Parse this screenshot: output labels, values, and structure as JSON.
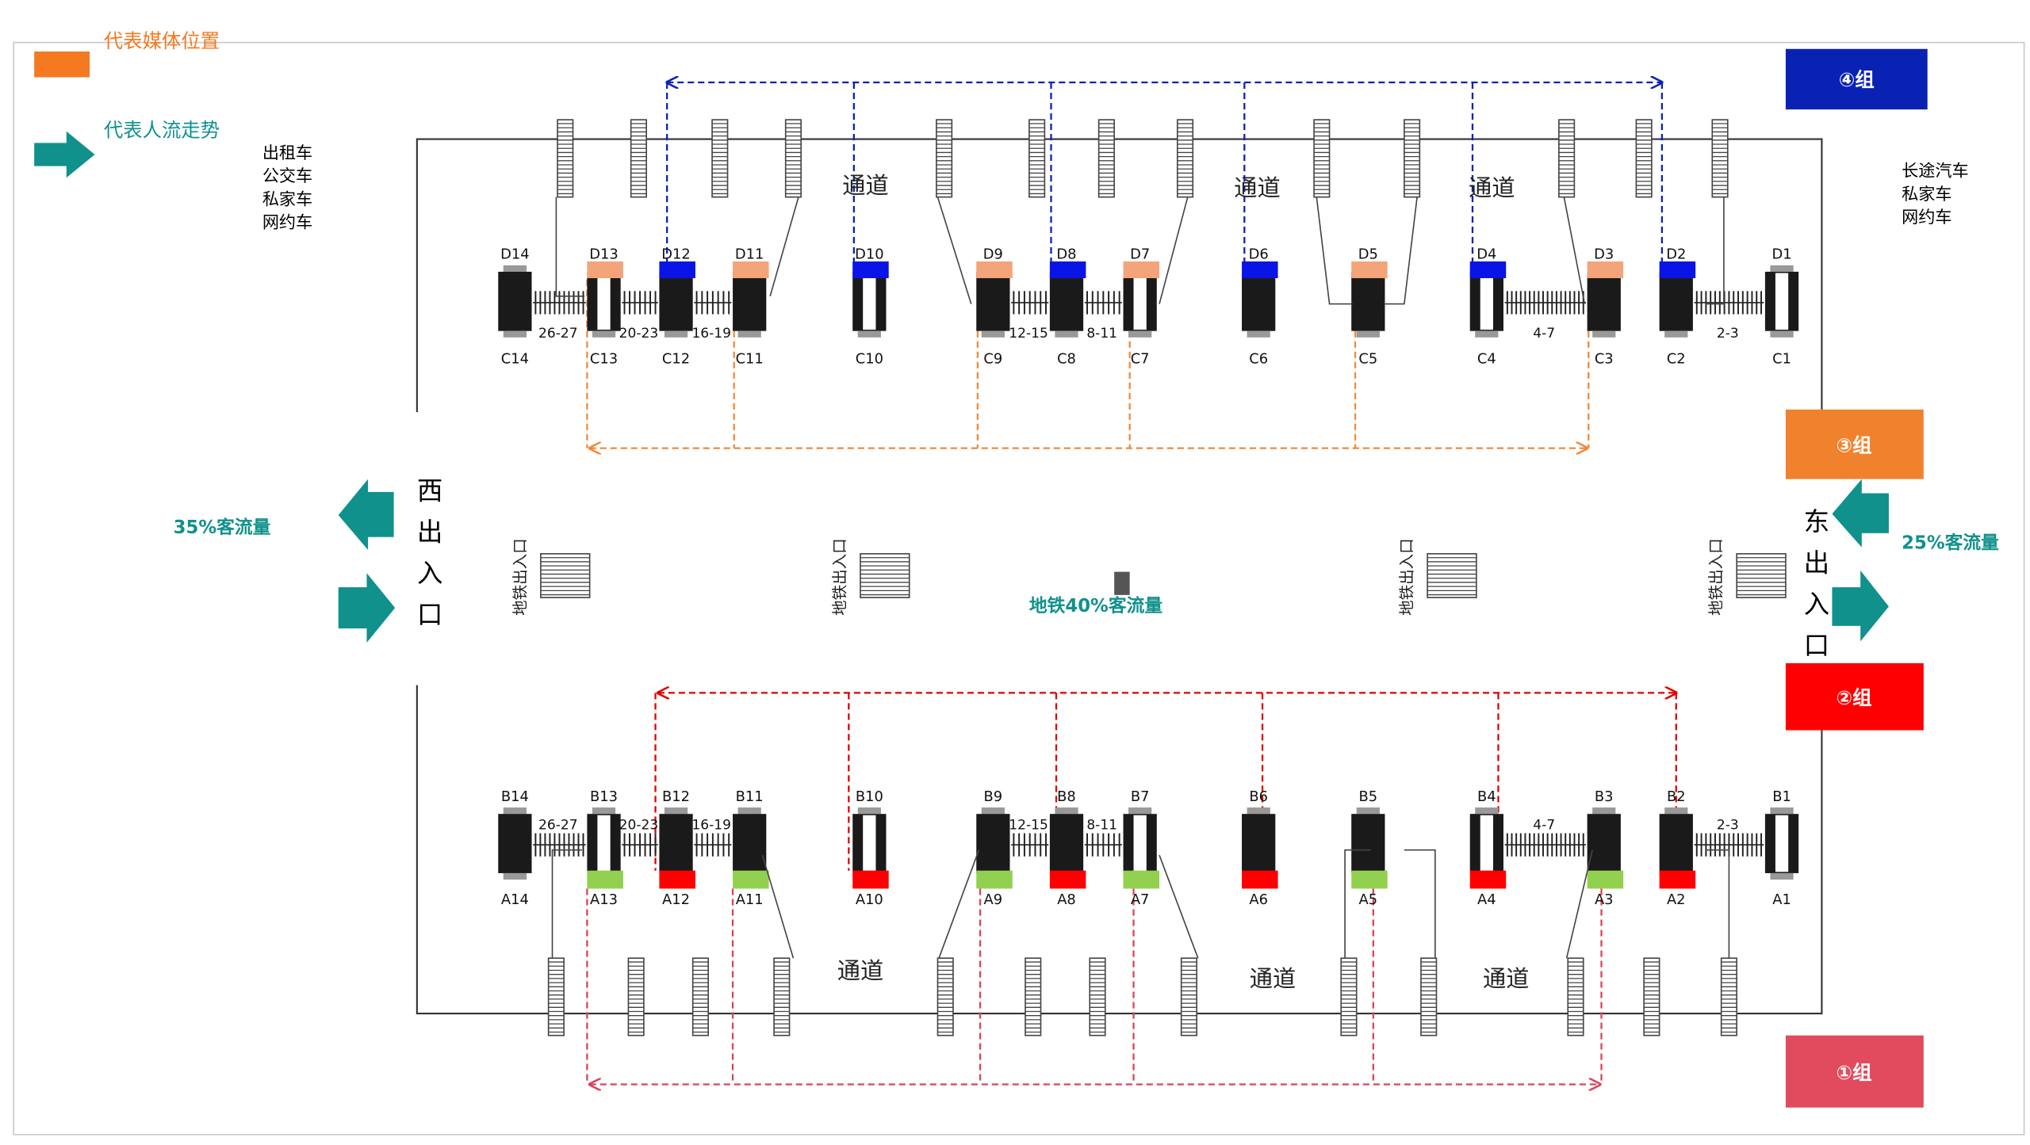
{
  "legend": {
    "media_label": "代表媒体位置",
    "media_color": "#f47920",
    "flow_label": "代表人流走势",
    "flow_color": "#10918c"
  },
  "vehicles_west": [
    "出租车",
    "公交车",
    "私家车",
    "网约车"
  ],
  "vehicles_east": [
    "长途汽车",
    "私家车",
    "网约车"
  ],
  "groups": [
    {
      "label": "④组",
      "color": "#0a22b4"
    },
    {
      "label": "③组",
      "color": "#f0822e"
    },
    {
      "label": "②组",
      "color": "#ff0000"
    },
    {
      "label": "①组",
      "color": "#e24b5e"
    }
  ],
  "west_exit": {
    "label": "西出入口",
    "flow": "35%客流量"
  },
  "east_exit": {
    "label": "东出入口",
    "flow": "25%客流量"
  },
  "metro_flow": "地铁40%客流量",
  "metro_entrance_label": "地铁出入口",
  "passage_label": "通道",
  "top_labels": [
    "D14",
    "D13",
    "D12",
    "D11",
    "D10",
    "D9",
    "D8",
    "D7",
    "D6",
    "D5",
    "D4",
    "D3",
    "D2",
    "D1"
  ],
  "top_bottom_labels": [
    "C14",
    "C13",
    "C12",
    "C11",
    "C10",
    "C9",
    "C8",
    "C7",
    "C6",
    "C5",
    "C4",
    "C3",
    "C2",
    "C1"
  ],
  "bot_labels": [
    "B14",
    "B13",
    "B12",
    "B11",
    "B10",
    "B9",
    "B8",
    "B7",
    "B6",
    "B5",
    "B4",
    "B3",
    "B2",
    "B1"
  ],
  "bot_bottom_labels": [
    "A14",
    "A13",
    "A12",
    "A11",
    "A10",
    "A9",
    "A8",
    "A7",
    "A6",
    "A5",
    "A4",
    "A3",
    "A2",
    "A1"
  ],
  "gate_labels": [
    "26-27",
    "20-23",
    "16-19",
    "12-15",
    "8-11",
    "4-7",
    "2-3"
  ],
  "colors": {
    "media_orange": "#f4a47a",
    "media_blue": "#0a14e6",
    "media_red": "#ff0000",
    "media_green": "#92d050",
    "line_blue": "#0a22b4",
    "line_orange": "#ef8a3a",
    "line_red": "#e00000",
    "line_pink": "#d9435a",
    "flow_text": "#10918c"
  }
}
